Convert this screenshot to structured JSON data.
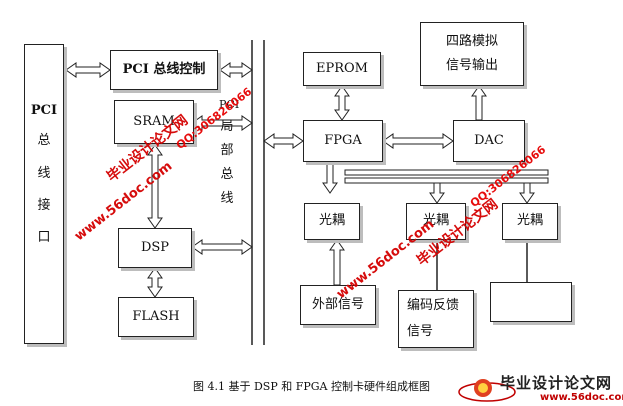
{
  "diagram": {
    "pci_interface": "PCI 总 线 接 口",
    "pci_interface_top": "PCI",
    "pci_interface_chars": [
      "总",
      "线",
      "接",
      "口"
    ],
    "pci_bus_control": "PCI 总线控制",
    "sram": "SRAM",
    "dsp": "DSP",
    "flash": "FLASH",
    "local_bus": [
      "PCI",
      "局",
      "部",
      "总",
      "线"
    ],
    "eprom": "EPROM",
    "fpga": "FPGA",
    "dac": "DAC",
    "four_channel_line1": "四路模拟",
    "four_channel_line2": "信号输出",
    "optocoupler1": "光耦",
    "optocoupler2": "光耦",
    "optocoupler3": "光耦",
    "external_signal": "外部信号",
    "encoder_line1": "编码反馈",
    "encoder_line2": "信号"
  },
  "caption": "图 4.1 基于 DSP 和 FPGA 控制卡硬件组成框图",
  "watermarks": {
    "title": "毕业设计论文网",
    "qq": "QQ:306826066",
    "site": "www.56doc.com"
  },
  "logo": {
    "name": "毕业设计论文网",
    "url": "www.56doc.com"
  },
  "colors": {
    "watermark_red": "#d40000",
    "line": "#222222",
    "shadow": "#bdbdbd"
  }
}
